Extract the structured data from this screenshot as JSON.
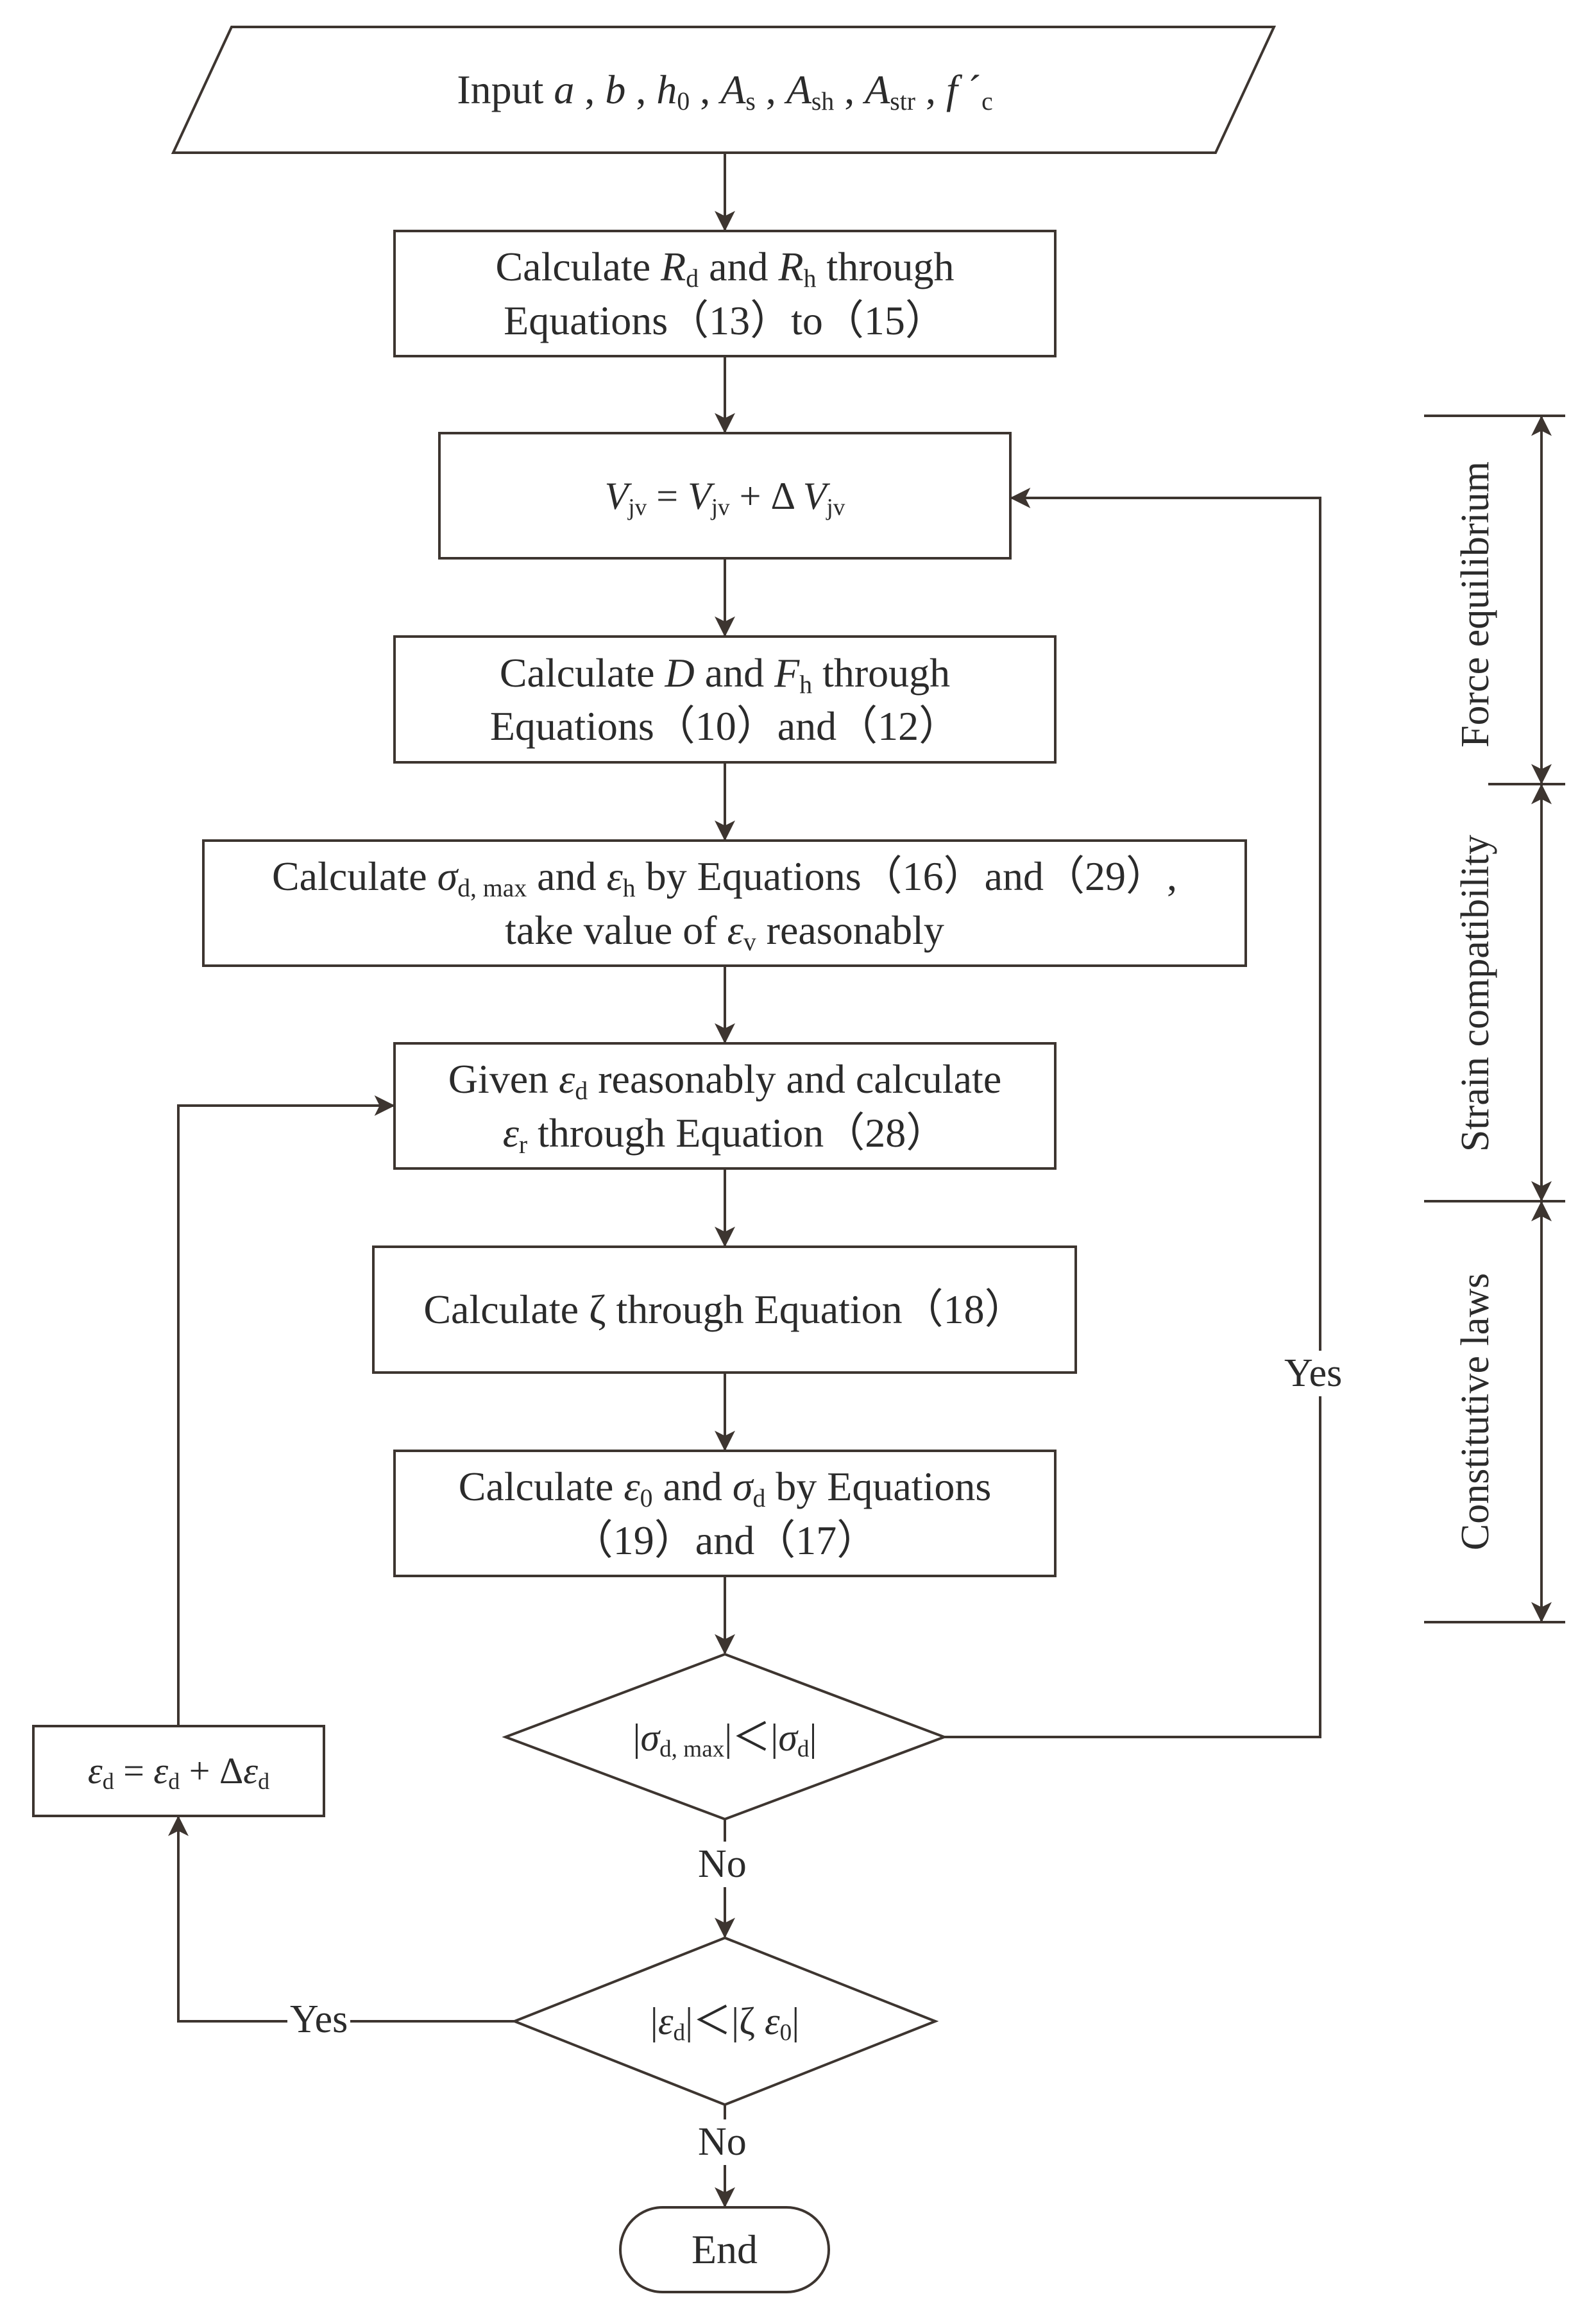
{
  "diagram": {
    "nodes": {
      "input": {
        "lines": [
          "Input <i>a</i> , <i>b</i> , <i>h</i><sub>0</sub> , <i>A</i><sub>s</sub> , <i>A</i><sub>sh</sub> , <i>A</i><sub>str</sub> , <i>f</i> ´<sub>c</sub>"
        ]
      },
      "calc_r": {
        "lines": [
          "Calculate <i>R</i><sub>d</sub> and <i>R</i><sub>h</sub> through",
          "Equations（13）to（15）"
        ]
      },
      "v_update": {
        "lines": [
          "<i>V</i><sub>jv</sub> = <i>V</i><sub>jv</sub> + Δ <i>V</i><sub>jv</sub>"
        ]
      },
      "calc_d": {
        "lines": [
          "Calculate <i>D</i> and <i>F</i><sub>h</sub> through",
          "Equations（10）and（12）"
        ]
      },
      "calc_sigma": {
        "lines": [
          "Calculate <i>σ</i><sub>d, max</sub> and <i>ε</i><sub>h</sub> by Equations（16）and（29）,",
          "take value of <i>ε</i><sub>v</sub> reasonably"
        ]
      },
      "given_eps": {
        "lines": [
          "Given <i>ε</i><sub>d</sub> reasonably and calculate",
          "<i>ε</i><sub>r</sub> through Equation（28）"
        ]
      },
      "calc_zeta": {
        "lines": [
          "Calculate ζ through Equation（18）"
        ]
      },
      "calc_eps0": {
        "lines": [
          "Calculate <i>ε</i><sub>0</sub> and <i>σ</i><sub>d</sub> by Equations",
          "（19）and（17）"
        ]
      },
      "decision1": {
        "lines": [
          "|<i>σ</i><sub>d, max</sub>|＜|<i>σ</i><sub>d</sub>|"
        ]
      },
      "eps_update": {
        "lines": [
          "<i>ε</i><sub>d</sub> = <i>ε</i><sub>d</sub> + Δ<i>ε</i><sub>d</sub>"
        ]
      },
      "decision2": {
        "lines": [
          "|<i>ε</i><sub>d</sub>|＜|ζ <i>ε</i><sub>0</sub>|"
        ]
      },
      "end": {
        "lines": [
          "End"
        ]
      }
    },
    "edge_labels": {
      "yes_right": "Yes",
      "no_1": "No",
      "yes_left": "Yes",
      "no_2": "No"
    },
    "side_labels": {
      "force": "Force equilibrium",
      "strain": "Strain compatibility",
      "constitutive": "Constitutive laws"
    },
    "colors": {
      "stroke": "#3d3530",
      "text": "#2b2b2b",
      "background": "#ffffff"
    }
  }
}
